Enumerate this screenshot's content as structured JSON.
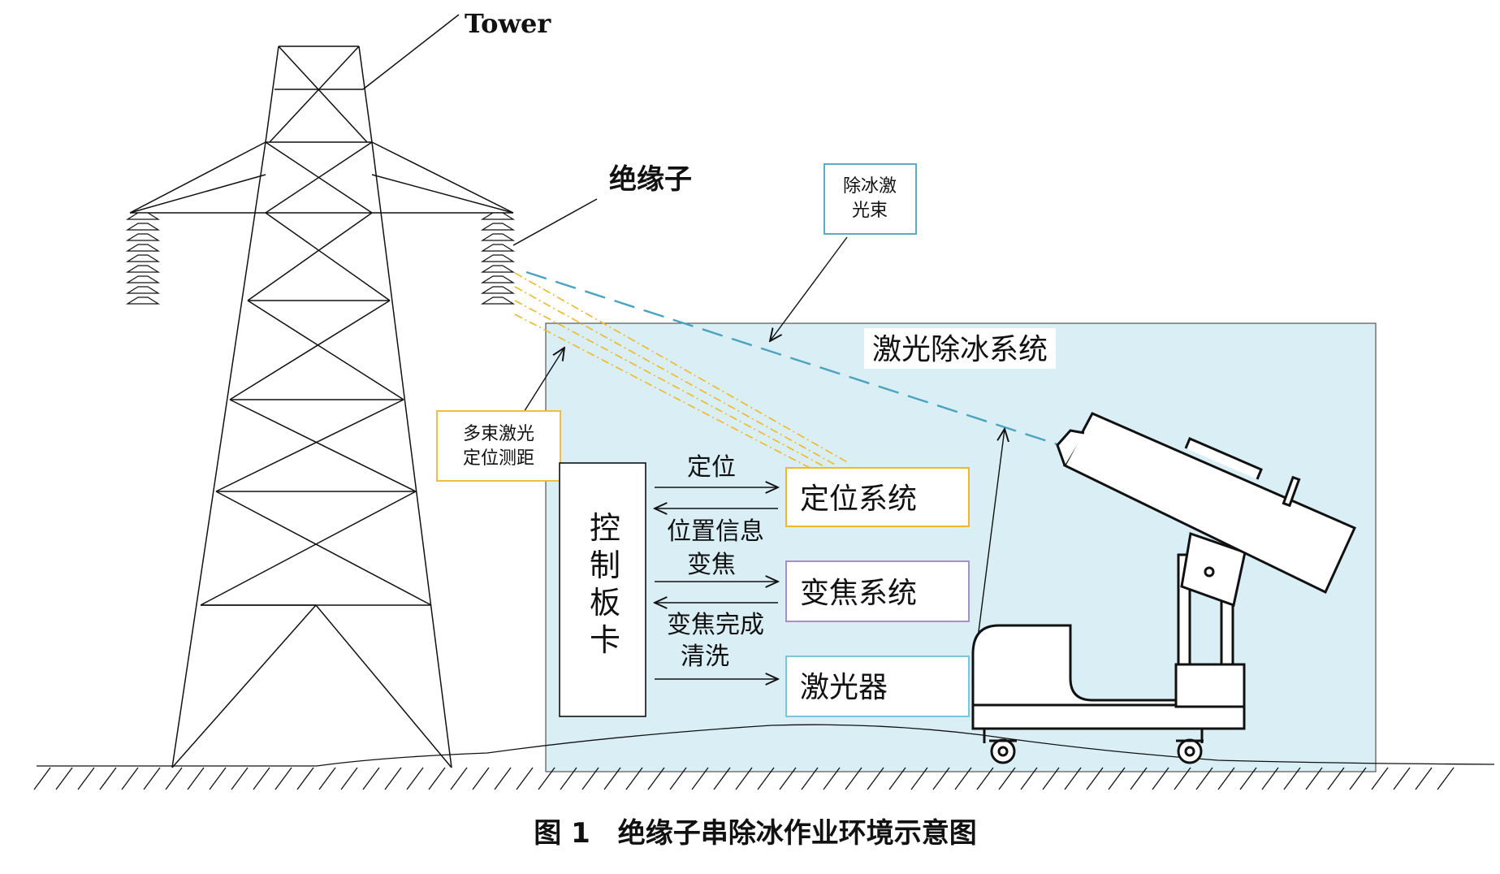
{
  "labels": {
    "tower": "Tower",
    "insulator": "绝缘子",
    "deice_beam": [
      "除冰激",
      "光束"
    ],
    "system_title": "激光除冰系统",
    "multi_beam": [
      "多束激光",
      "定位测距"
    ],
    "control_board": [
      "控",
      "制",
      "板",
      "卡"
    ],
    "positioning_system": "定位系统",
    "zoom_system": "变焦系统",
    "laser": "激光器",
    "arrow_positioning": "定位",
    "arrow_position_info": "位置信息",
    "arrow_zoom": "变焦",
    "arrow_zoom_done": "变焦完成",
    "arrow_clean": "清洗",
    "caption": "图 1　绝缘子串除冰作业环境示意图"
  },
  "colors": {
    "system_bg": "#daeef5",
    "deice_beam": "#4aa3c0",
    "positioning_beams": "#f0b828",
    "positioning_box": "#f0b828",
    "zoom_box": "#a88fc6",
    "laser_box": "#7cc6dc",
    "deice_label_box": "#4aa3c0",
    "multi_beam_label_box": "#f0b828"
  }
}
